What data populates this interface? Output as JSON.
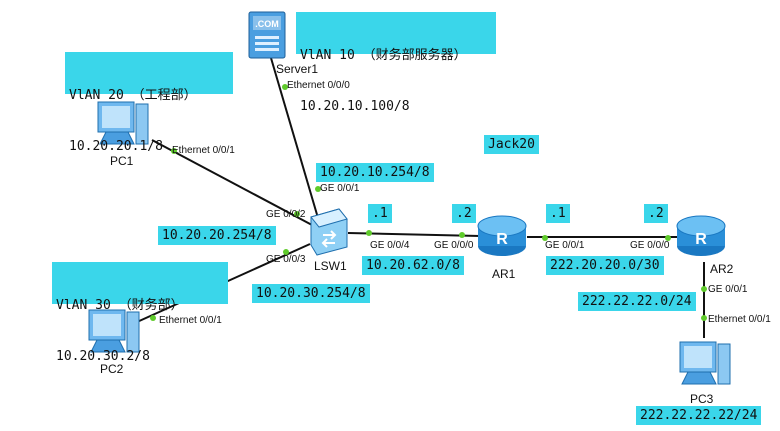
{
  "devices": {
    "server1": "Server1",
    "server_badge": ".COM",
    "pc1": "PC1",
    "pc2": "PC2",
    "pc3": "PC3",
    "lsw1": "LSW1",
    "ar1": "AR1",
    "ar2": "AR2"
  },
  "notes": {
    "vlan10": [
      "VlAN 10 （财务部服务器）",
      "10.20.10.100/8"
    ],
    "vlan20": [
      "VlAN 20 （工程部）",
      "10.20.20.1/8"
    ],
    "vlan30": [
      "VlAN 30 （财务部）",
      "10.20.30.2/8"
    ],
    "jack": "Jack20",
    "lsw_vlan10": "10.20.10.254/8",
    "lsw_vlan20": "10.20.20.254/8",
    "lsw_vlan30": "10.20.30.254/8",
    "link1": "10.20.62.0/8",
    "link2": "222.20.20.0/30",
    "link3": "222.22.22.0/24",
    "pc3_ip": "222.22.22.22/24",
    "dot1_a": ".1",
    "dot2_a": ".2",
    "dot1_b": ".1",
    "dot2_b": ".2"
  },
  "ports": {
    "server_eth": "Ethernet 0/0/0",
    "pc1_eth": "Ethernet 0/0/1",
    "pc2_eth": "Ethernet 0/0/1",
    "pc3_eth": "Ethernet 0/0/1",
    "lsw_g1": "GE 0/0/1",
    "lsw_g2": "GE 0/0/2",
    "lsw_g3": "GE 0/0/3",
    "lsw_g4": "GE 0/0/4",
    "ar1_g0": "GE 0/0/0",
    "ar1_g1": "GE 0/0/1",
    "ar2_g0": "GE 0/0/0",
    "ar2_g1": "GE 0/0/1"
  },
  "colors": {
    "note_bg": "#3ad6ea",
    "port_dot": "#5fcb2b",
    "device_blue": "#1f8fd6",
    "link": "#111111"
  }
}
